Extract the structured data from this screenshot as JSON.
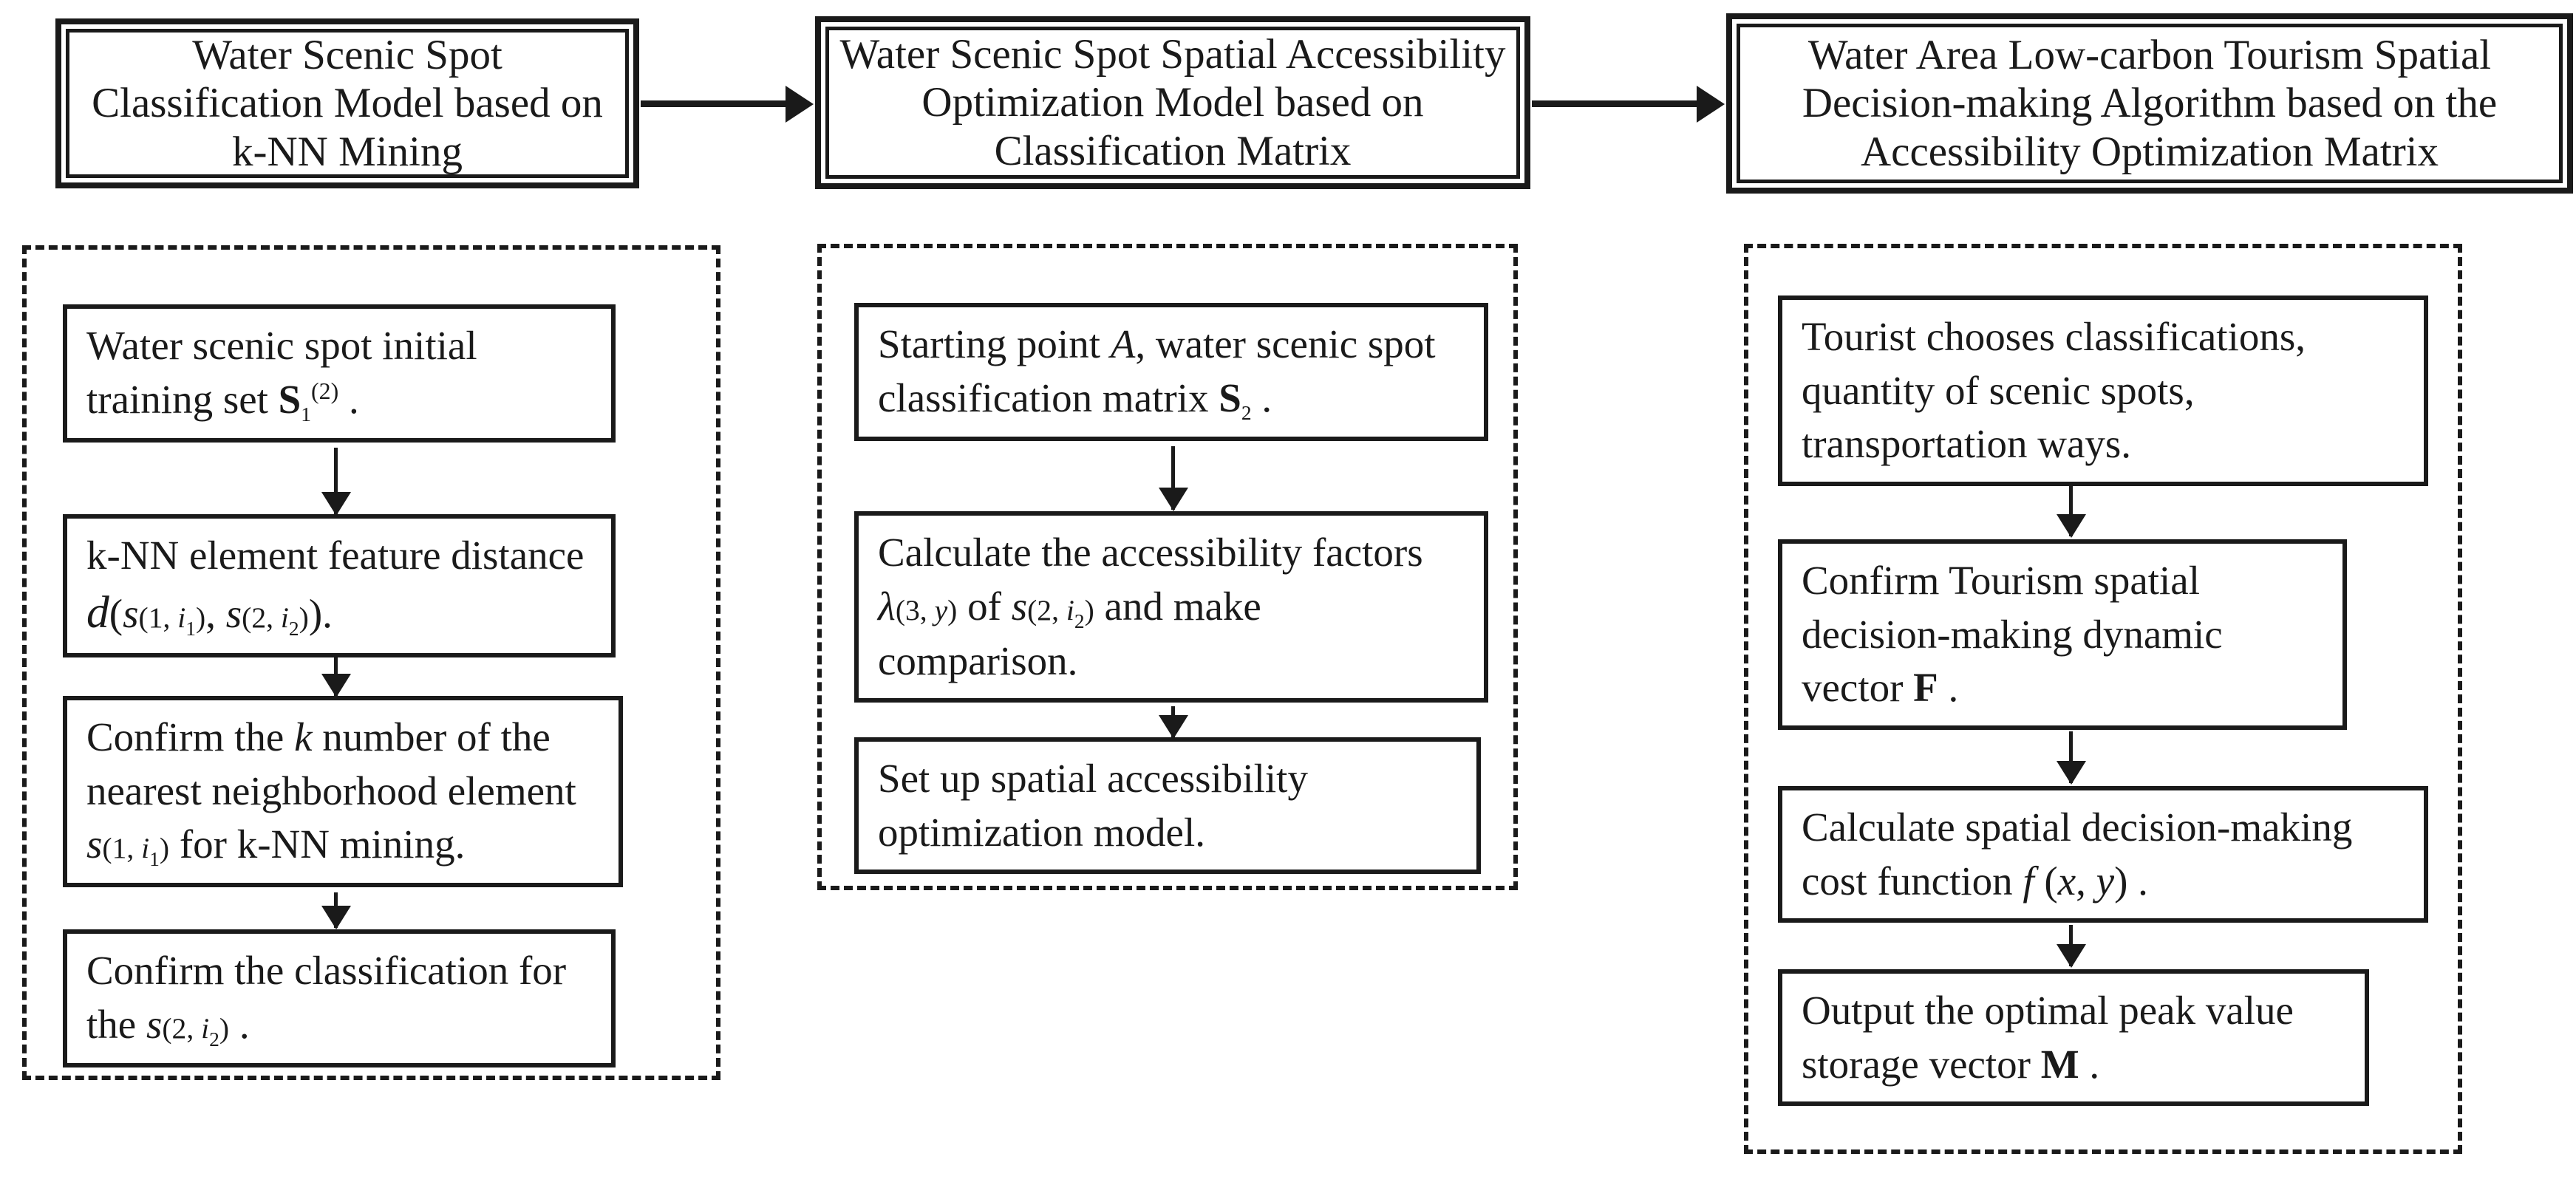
{
  "diagram": {
    "colors": {
      "ink": "#1a1a1a",
      "background": "#ffffff"
    },
    "columns": [
      {
        "header": "Water Scenic Spot Classification Model based on k-NN Mining",
        "steps": [
          {
            "runs": [
              {
                "t": "Water scenic spot initial training set "
              },
              {
                "t": "S",
                "b": 1
              },
              {
                "t": "1",
                "sub": 1
              },
              {
                "t": "(2)",
                "sup": 1
              },
              {
                "t": " ."
              }
            ]
          },
          {
            "runs": [
              {
                "t": "k-NN element feature distance "
              },
              {
                "t": "d",
                "i": 1,
                "big": 1
              },
              {
                "t": "("
              },
              {
                "t": "s",
                "i": 1
              },
              {
                "t": "(1, ",
                "sm": 1
              },
              {
                "t": "i",
                "i": 1,
                "sm": 1
              },
              {
                "t": "1",
                "sub": 1
              },
              {
                "t": ")",
                "sm": 1
              },
              {
                "t": ", "
              },
              {
                "t": "s",
                "i": 1
              },
              {
                "t": "(2, ",
                "sm": 1
              },
              {
                "t": "i",
                "i": 1,
                "sm": 1
              },
              {
                "t": "2",
                "sub": 1
              },
              {
                "t": ")",
                "sm": 1
              },
              {
                "t": ")."
              }
            ]
          },
          {
            "runs": [
              {
                "t": "Confirm the "
              },
              {
                "t": "k",
                "i": 1
              },
              {
                "t": " number of the nearest neighborhood element "
              },
              {
                "t": "s",
                "i": 1
              },
              {
                "t": "(1, ",
                "sm": 1
              },
              {
                "t": "i",
                "i": 1,
                "sm": 1
              },
              {
                "t": "1",
                "sub": 1
              },
              {
                "t": ")",
                "sm": 1
              },
              {
                "t": " for k-NN mining."
              }
            ]
          },
          {
            "runs": [
              {
                "t": "Confirm the classification for the "
              },
              {
                "t": "s",
                "i": 1
              },
              {
                "t": "(2, ",
                "sm": 1
              },
              {
                "t": "i",
                "i": 1,
                "sm": 1
              },
              {
                "t": "2",
                "sub": 1
              },
              {
                "t": ")",
                "sm": 1
              },
              {
                "t": " ."
              }
            ]
          }
        ]
      },
      {
        "header": "Water Scenic Spot Spatial Accessibility Optimization Model based on Classification Matrix",
        "steps": [
          {
            "runs": [
              {
                "t": "Starting point "
              },
              {
                "t": "A",
                "i": 1
              },
              {
                "t": ", water scenic spot classification matrix "
              },
              {
                "t": "S",
                "b": 1
              },
              {
                "t": "2",
                "sub": 1
              },
              {
                "t": " ."
              }
            ]
          },
          {
            "runs": [
              {
                "t": "Calculate the accessibility factors "
              },
              {
                "t": "λ",
                "i": 1
              },
              {
                "t": "(3, ",
                "sm": 1
              },
              {
                "t": "y",
                "i": 1,
                "sm": 1
              },
              {
                "t": ")",
                "sm": 1
              },
              {
                "t": " of "
              },
              {
                "t": "s",
                "i": 1
              },
              {
                "t": "(2, ",
                "sm": 1
              },
              {
                "t": "i",
                "i": 1,
                "sm": 1
              },
              {
                "t": "2",
                "sub": 1
              },
              {
                "t": ")",
                "sm": 1
              },
              {
                "t": " and make comparison."
              }
            ]
          },
          {
            "runs": [
              {
                "t": "Set up spatial accessibility optimization model."
              }
            ]
          }
        ]
      },
      {
        "header": "Water Area Low-carbon Tourism Spatial Decision-making Algorithm based on the Accessibility Optimization Matrix",
        "steps": [
          {
            "runs": [
              {
                "t": "Tourist chooses classifications, quantity of scenic spots, transportation ways."
              }
            ]
          },
          {
            "runs": [
              {
                "t": "Confirm Tourism spatial decision-making dynamic vector "
              },
              {
                "t": "F",
                "b": 1
              },
              {
                "t": " ."
              }
            ]
          },
          {
            "runs": [
              {
                "t": "Calculate spatial decision-making cost function "
              },
              {
                "t": "f",
                "i": 1
              },
              {
                "t": " ("
              },
              {
                "t": "x",
                "i": 1
              },
              {
                "t": ", "
              },
              {
                "t": "y",
                "i": 1
              },
              {
                "t": ")"
              },
              {
                "t": " ."
              }
            ]
          },
          {
            "runs": [
              {
                "t": "Output the optimal peak value storage vector "
              },
              {
                "t": "M",
                "b": 1
              },
              {
                "t": " ."
              }
            ]
          }
        ]
      }
    ]
  }
}
